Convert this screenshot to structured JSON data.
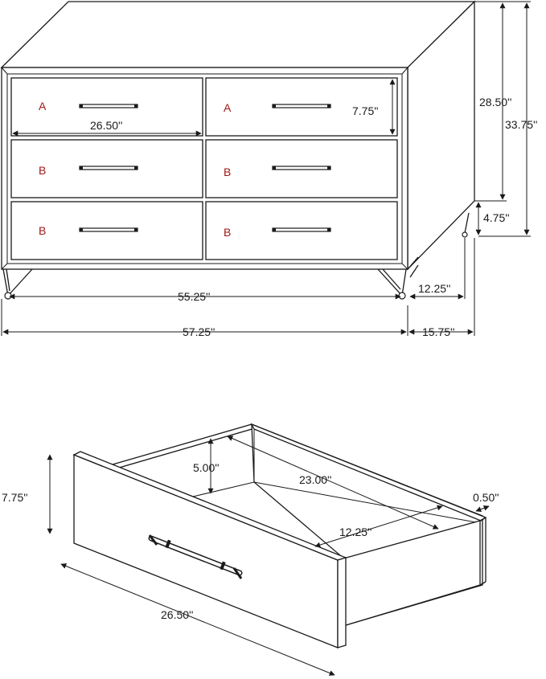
{
  "colors": {
    "line": "#1a1a1a",
    "drawer_label": "#a01818",
    "background": "#ffffff"
  },
  "dresser": {
    "drawer_labels": {
      "top_left": "A",
      "top_right": "A",
      "mid_left": "B",
      "mid_right": "B",
      "bot_left": "B",
      "bot_right": "B"
    },
    "dims": {
      "drawer_width": "26.50''",
      "drawer_height": "7.75''",
      "body_height": "28.50''",
      "total_height": "33.75''",
      "leg_height": "4.75''",
      "inner_width": "55.25''",
      "leg_depth": "12.25''",
      "total_width": "57.25''",
      "total_depth": "15.75''"
    }
  },
  "drawer": {
    "dims": {
      "front_height": "7.75''",
      "inner_height": "5.00''",
      "inner_length": "23.00''",
      "inner_width": "12.25''",
      "panel_thickness": "0.50''",
      "front_width": "26.50''"
    }
  }
}
